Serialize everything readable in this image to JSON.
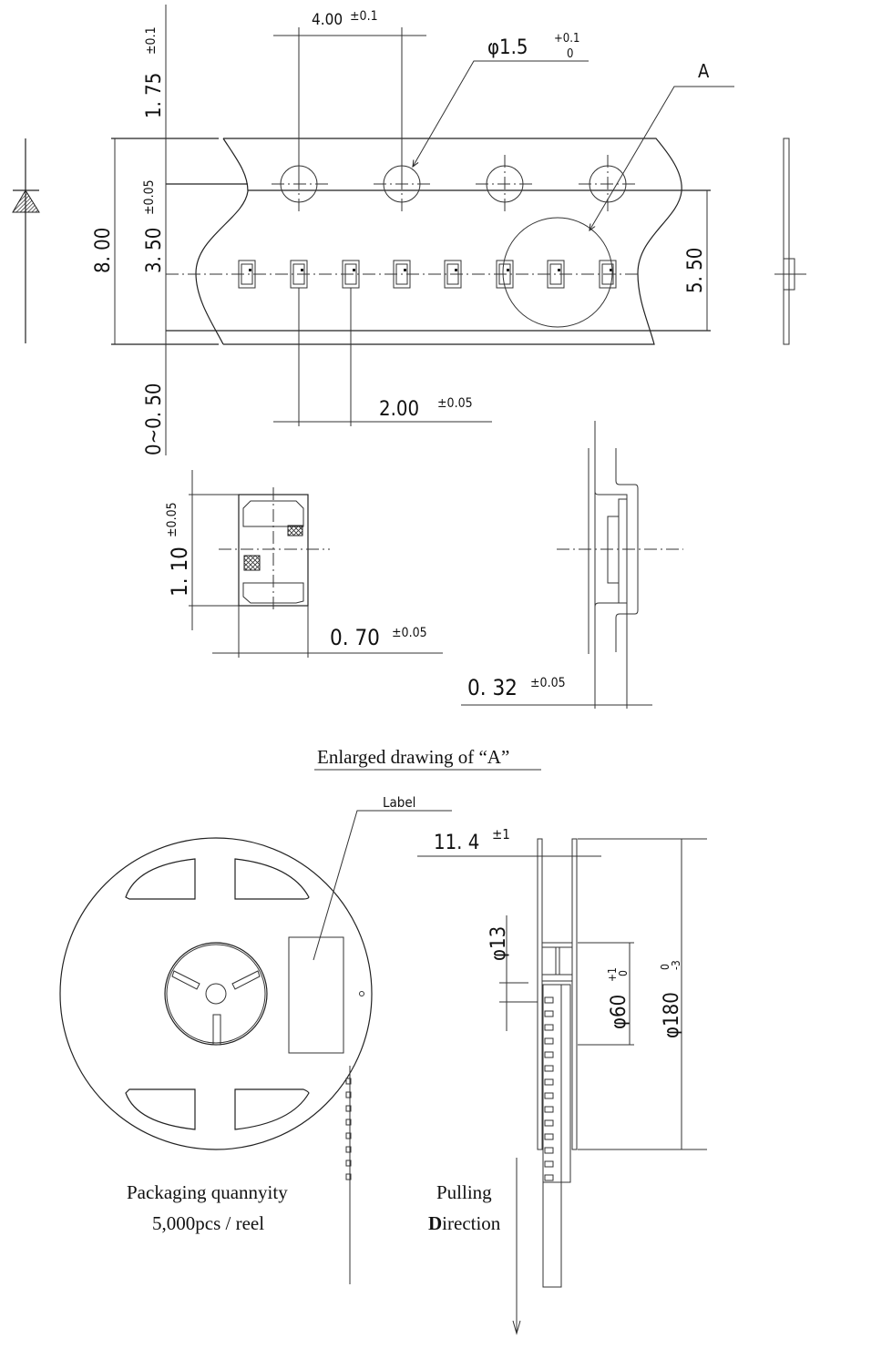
{
  "tape": {
    "pitch_sprocket": "4.00",
    "pitch_sprocket_tol": "±0.1",
    "hole_diameter": "φ1.5",
    "hole_tol_upper": "+0.1",
    "hole_tol_lower": "0",
    "detail_marker": "A",
    "edge_to_hole": "1. 75",
    "edge_to_hole_tol": "±0.1",
    "width": "8. 00",
    "hole_to_pocket": "3. 50",
    "hole_to_pocket_tol": "±0.05",
    "pocket_to_edge": "5. 50",
    "cover_offset": "0~0. 50",
    "pocket_pitch": "2.00",
    "pocket_pitch_tol": "±0.05",
    "pocket_count_shown": 8,
    "sprocket_holes_shown": 4
  },
  "enlarged": {
    "title": "Enlarged drawing of “A”",
    "length": "1. 10",
    "length_tol": "±0.05",
    "width": "0. 70",
    "width_tol": "±0.05",
    "thickness": "0. 32",
    "thickness_tol": "±0.05"
  },
  "reel": {
    "label_callout": "Label",
    "hub_width": "11. 4",
    "hub_width_tol": "±1",
    "arbor_hole": "φ13",
    "hub_diameter": "φ60",
    "hub_tol_upper": "+1",
    "hub_tol_lower": "0",
    "reel_diameter": "φ180",
    "reel_tol_upper": "0",
    "reel_tol_lower": "-3",
    "qty_title": "Packaging quannyity",
    "qty_value": "5,000pcs / reel",
    "pull_line1": "Pulling",
    "pull_line2_bold": "D",
    "pull_line2_rest": "irection"
  }
}
